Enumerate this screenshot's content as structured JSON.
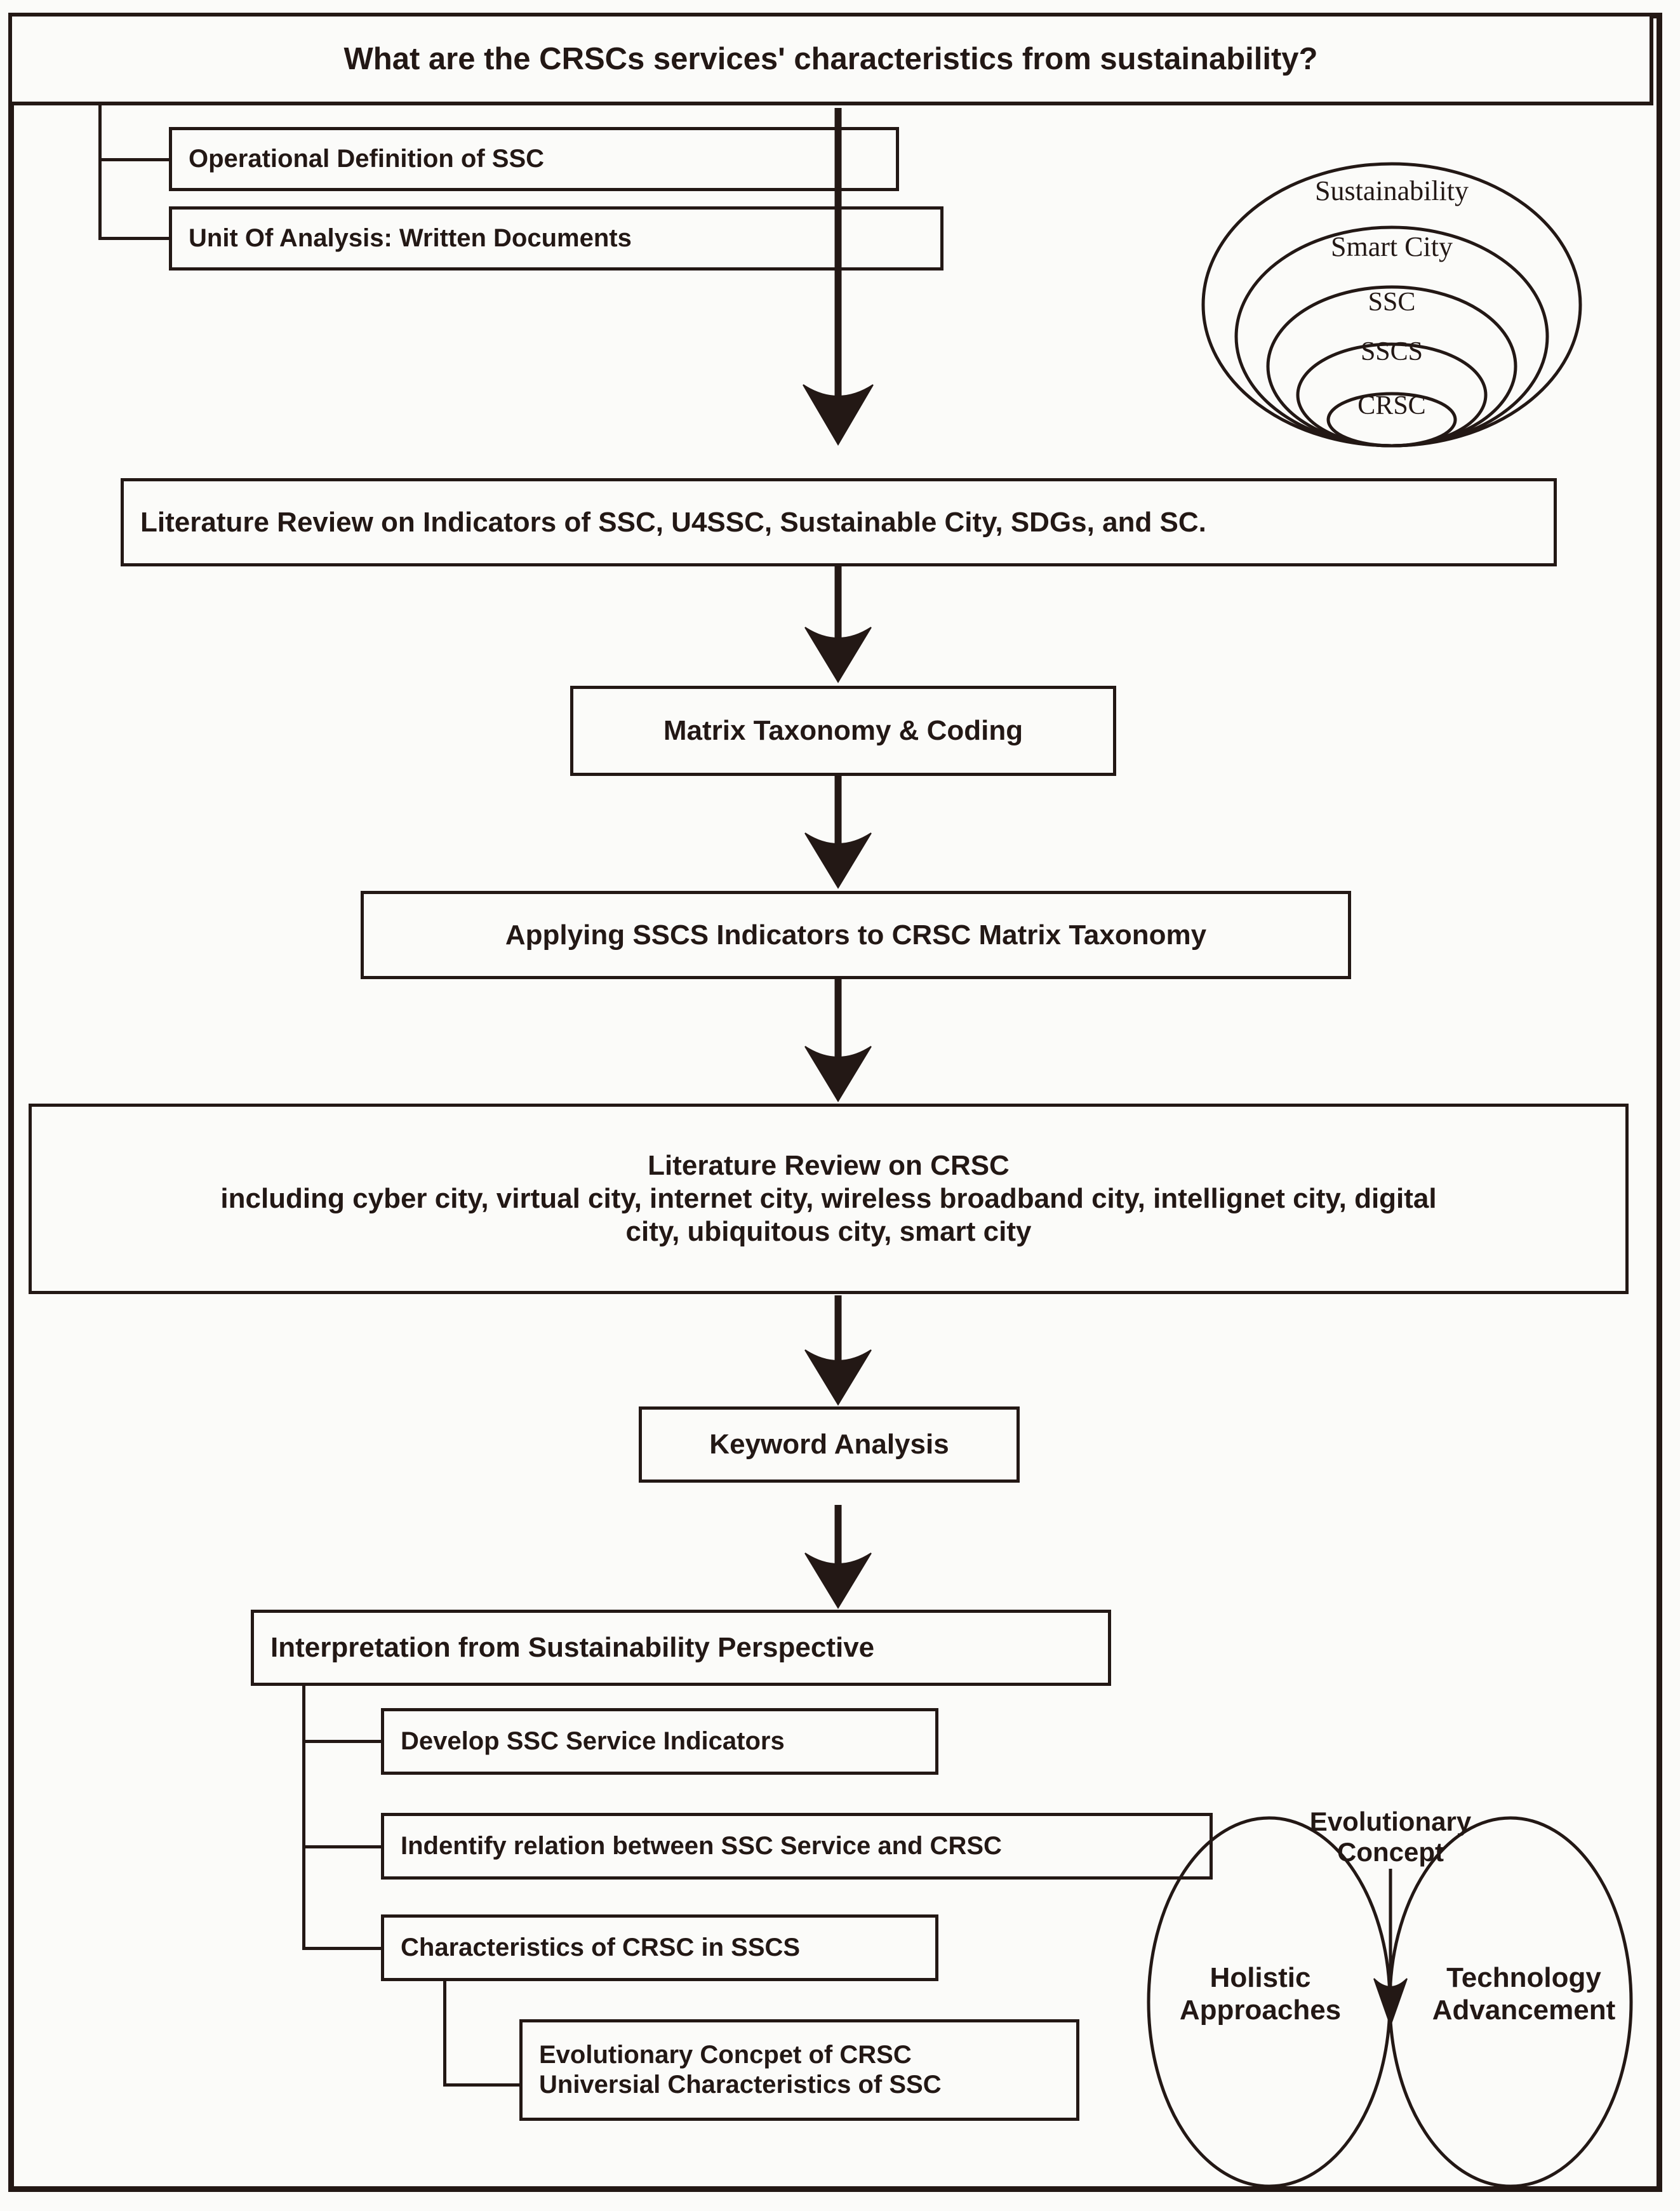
{
  "figure": {
    "type": "research-methodology-flowchart",
    "title": "What are the CRSCs services' characteristics from sustainability?"
  },
  "header": {
    "question": "What are the CRSCs services' characteristics from sustainability?"
  },
  "definition_boxes": [
    {
      "label": "Operational Definition of SSC"
    },
    {
      "label": "Unit Of Analysis: Written Documents"
    }
  ],
  "flow": [
    {
      "id": "lit-review-indicators",
      "label": "Literature Review on Indicators of SSC, U4SSC, Sustainable City, SDGs, and SC."
    },
    {
      "id": "matrix-taxonomy",
      "label": "Matrix Taxonomy & Coding"
    },
    {
      "id": "applying-sscs",
      "label": "Applying SSCS Indicators to CRSC Matrix Taxonomy"
    },
    {
      "id": "lit-review-crsc-line1",
      "label": "Literature Review on CRSC"
    },
    {
      "id": "lit-review-crsc-line2",
      "label": "including cyber city, virtual city, internet city, wireless broadband city, intellignet city, digital"
    },
    {
      "id": "lit-review-crsc-line3",
      "label": "city, ubiquitous city, smart city"
    },
    {
      "id": "keyword-analysis",
      "label": "Keyword Analysis"
    },
    {
      "id": "interpretation",
      "label": "Interpretation from Sustainability Perspective"
    }
  ],
  "outcome_boxes": [
    {
      "label": "Develop SSC Service Indicators"
    },
    {
      "label": "Indentify relation between SSC Service and CRSC"
    },
    {
      "label": "Characteristics of CRSC in SSCS"
    }
  ],
  "final_box": {
    "line1": "Evolutionary Concpet of CRSC",
    "line2": "Universial Characteristics of SSC"
  },
  "nested_ellipses": {
    "caption_order_outer_to_inner": [
      "Sustainability",
      "Smart City",
      "SSC",
      "SSCS",
      "CRSC"
    ],
    "labels": [
      {
        "text": "Sustainability"
      },
      {
        "text": "Smart City"
      },
      {
        "text": "SSC"
      },
      {
        "text": "SSCS"
      },
      {
        "text": "CRSC"
      }
    ]
  },
  "venn": {
    "annotation_line1": "Evolutionary",
    "annotation_line2": "Concept",
    "left_line1": "Holistic",
    "left_line2": "Approaches",
    "right_line1": "Technology",
    "right_line2": "Advancement"
  },
  "colors": {
    "ink": "#231815",
    "paper": "#fbfbf9"
  }
}
